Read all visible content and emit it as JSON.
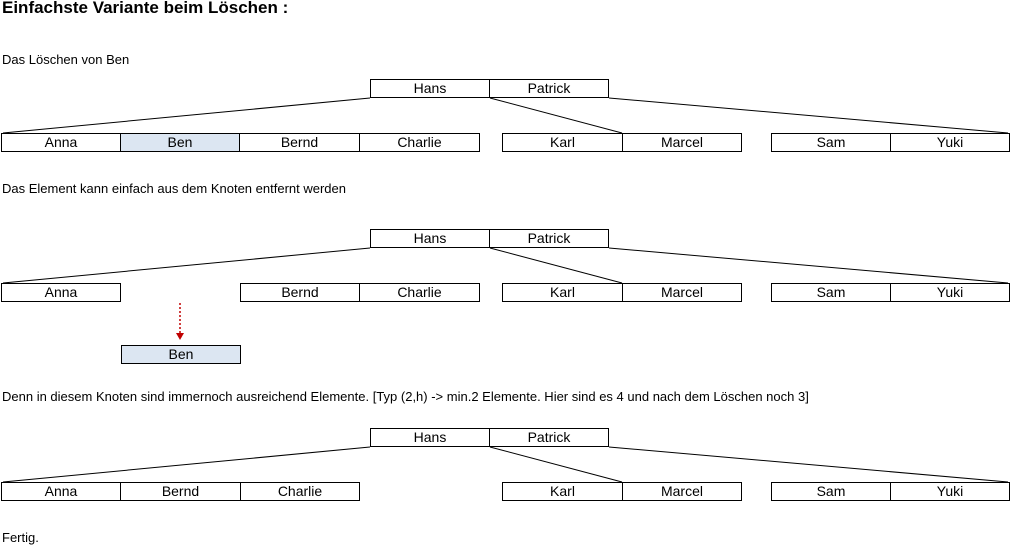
{
  "title": "Einfachste Variante beim Löschen :",
  "captions": {
    "c1": "Das Löschen von Ben",
    "c2": "Das Element kann einfach aus dem Knoten entfernt werden",
    "c3": "Denn in diesem Knoten sind immernoch ausreichend Elemente. [Typ (2,h) -> min.2 Elemente. Hier sind es 4 und nach dem Löschen noch 3]",
    "c4": "Fertig."
  },
  "root": {
    "k1": "Hans",
    "k2": "Patrick"
  },
  "leaf1": {
    "a": "Anna",
    "b": "Ben",
    "c": "Bernd",
    "d": "Charlie"
  },
  "leaf2": {
    "a": "Karl",
    "b": "Marcel"
  },
  "leaf3": {
    "a": "Sam",
    "b": "Yuki"
  },
  "highlight_color": "#dce6f2",
  "arrow_color": "#c00000"
}
